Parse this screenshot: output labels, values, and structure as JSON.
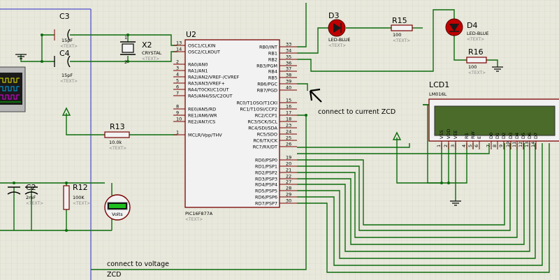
{
  "mcu": {
    "ref": "U2",
    "part": "PIC16F877A",
    "text_placeholder": "<TEXT>",
    "left_pins": [
      {
        "num": "13",
        "name": "OSC1/CLKIN"
      },
      {
        "num": "14",
        "name": "OSC2/CLKOUT"
      },
      {
        "num": "2",
        "name": "RA0/AN0"
      },
      {
        "num": "3",
        "name": "RA1/AN1"
      },
      {
        "num": "4",
        "name": "RA2/AN2/VREF-/CVREF"
      },
      {
        "num": "5",
        "name": "RA3/AN3/VREF+"
      },
      {
        "num": "6",
        "name": "RA4/T0CKI/C1OUT"
      },
      {
        "num": "7",
        "name": "RA5/AN4/SS/C2OUT"
      },
      {
        "num": "8",
        "name": "RE0/AN5/RD"
      },
      {
        "num": "9",
        "name": "RE1/AN6/WR"
      },
      {
        "num": "10",
        "name": "RE2/AN7/CS"
      },
      {
        "num": "1",
        "name": "MCLR/Vpp/THV"
      }
    ],
    "right_pins": [
      {
        "num": "33",
        "name": "RB0/INT"
      },
      {
        "num": "34",
        "name": "RB1"
      },
      {
        "num": "35",
        "name": "RB2"
      },
      {
        "num": "36",
        "name": "RB3/PGM"
      },
      {
        "num": "37",
        "name": "RB4"
      },
      {
        "num": "38",
        "name": "RB5"
      },
      {
        "num": "39",
        "name": "RB6/PGC"
      },
      {
        "num": "40",
        "name": "RB7/PGD"
      },
      {
        "num": "15",
        "name": "RC0/T1OSO/T1CKI"
      },
      {
        "num": "16",
        "name": "RC1/T1OSI/CCP2"
      },
      {
        "num": "17",
        "name": "RC2/CCP1"
      },
      {
        "num": "18",
        "name": "RC3/SCK/SCL"
      },
      {
        "num": "23",
        "name": "RC4/SDI/SDA"
      },
      {
        "num": "24",
        "name": "RC5/SDO"
      },
      {
        "num": "25",
        "name": "RC6/TX/CK"
      },
      {
        "num": "26",
        "name": "RC7/RX/DT"
      },
      {
        "num": "19",
        "name": "RD0/PSP0"
      },
      {
        "num": "20",
        "name": "RD1/PSP1"
      },
      {
        "num": "21",
        "name": "RD2/PSP2"
      },
      {
        "num": "22",
        "name": "RD3/PSP3"
      },
      {
        "num": "27",
        "name": "RD4/PSP4"
      },
      {
        "num": "28",
        "name": "RD5/PSP5"
      },
      {
        "num": "29",
        "name": "RD6/PSP6"
      },
      {
        "num": "30",
        "name": "RD7/PSP7"
      }
    ]
  },
  "components": {
    "c3": {
      "ref": "C3",
      "value": "15pF"
    },
    "c4": {
      "ref": "C4",
      "value": "15pF"
    },
    "x2": {
      "ref": "X2",
      "value": "CRYSTAL",
      "pin1": "1",
      "pin2": "2"
    },
    "r13": {
      "ref": "R13",
      "value": "10.0k"
    },
    "c2": {
      "ref": "C2",
      "value": "2mF"
    },
    "r12": {
      "ref": "R12",
      "value": "100K"
    },
    "voltmeter": {
      "label": "Volts"
    },
    "d3": {
      "ref": "D3",
      "value": "LED-BLUE"
    },
    "r15": {
      "ref": "R15",
      "value": "100"
    },
    "d4": {
      "ref": "D4",
      "value": "LED-BLUE"
    },
    "r16": {
      "ref": "R16",
      "value": "100"
    },
    "lcd": {
      "ref": "LCD1",
      "part": "LM016L",
      "pins": [
        {
          "name": "VSS",
          "num": "1"
        },
        {
          "name": "VDD",
          "num": "2"
        },
        {
          "name": "VEE",
          "num": "3"
        },
        {
          "name": "RS",
          "num": "4"
        },
        {
          "name": "RW",
          "num": "5"
        },
        {
          "name": "E",
          "num": "6"
        },
        {
          "name": "D0",
          "num": "7"
        },
        {
          "name": "D1",
          "num": "8"
        },
        {
          "name": "D2",
          "num": "9"
        },
        {
          "name": "D3",
          "num": "10"
        },
        {
          "name": "D4",
          "num": "11"
        },
        {
          "name": "D5",
          "num": "12"
        },
        {
          "name": "D6",
          "num": "13"
        },
        {
          "name": "D7",
          "num": "14"
        }
      ]
    }
  },
  "annotations": {
    "current_zcd": "connect to current ZCD",
    "voltage_zcd_line1": "connect to voltage",
    "voltage_zcd_line2": "ZCD"
  },
  "colors": {
    "background": "#e8e8dc",
    "grid": "#d2d2c2",
    "wire": "#0b6b0b",
    "component": "#7a0000",
    "led": "#b00000",
    "lcd_screen": "#4a6b2a",
    "selection": "#2a2ac8"
  }
}
